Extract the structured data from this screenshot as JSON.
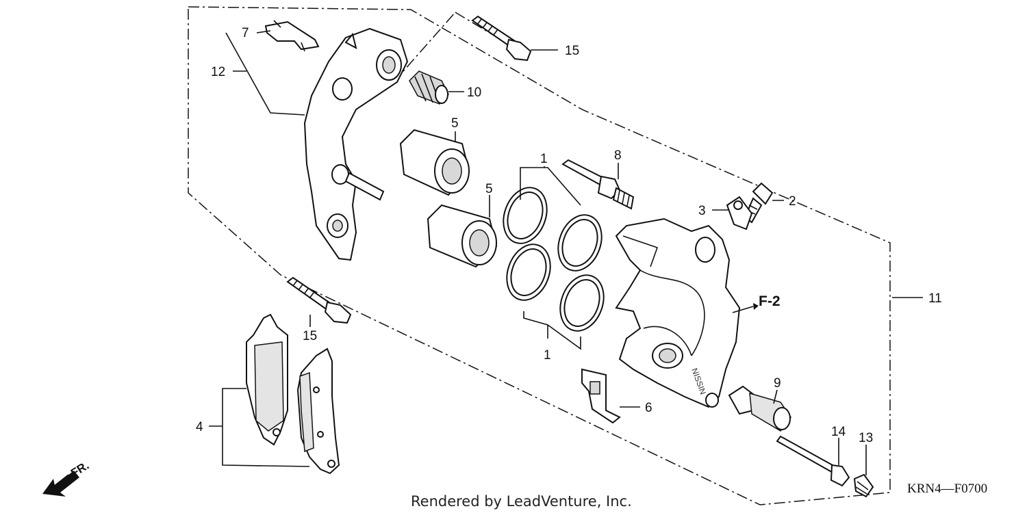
{
  "callouts": {
    "c1a": "1",
    "c1b": "1",
    "c2": "2",
    "c3": "3",
    "c4": "4",
    "c5a": "5",
    "c5b": "5",
    "c6": "6",
    "c7": "7",
    "c8": "8",
    "c9": "9",
    "c10": "10",
    "c11": "11",
    "c12": "12",
    "c13": "13",
    "c14": "14",
    "c15a": "15",
    "c15b": "15"
  },
  "reference": "F-2",
  "direction": "FR.",
  "diagram_code": "KRN4—F0700",
  "credit": "Rendered by LeadVenture, Inc."
}
